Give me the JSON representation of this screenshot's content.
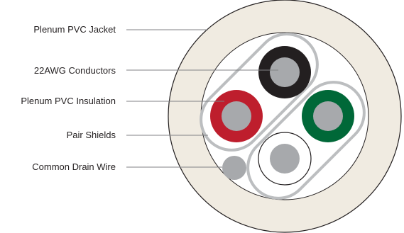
{
  "labels": {
    "jacket": "Plenum PVC Jacket",
    "conductors": "22AWG Conductors",
    "insulation": "Plenum PVC Insulation",
    "shields": "Pair Shields",
    "drain": "Common Drain Wire"
  },
  "colors": {
    "jacket": "#f0ebe1",
    "jacket_outline": "#231f20",
    "core_fill": "#ffffff",
    "conductor": "#a7a9ac",
    "shield": "#bcbec0",
    "leader_line": "#808285",
    "insulation_black": "#231f20",
    "insulation_red": "#be1e2d",
    "insulation_green": "#006838",
    "insulation_white": "#ffffff",
    "text": "#231f20"
  }
}
